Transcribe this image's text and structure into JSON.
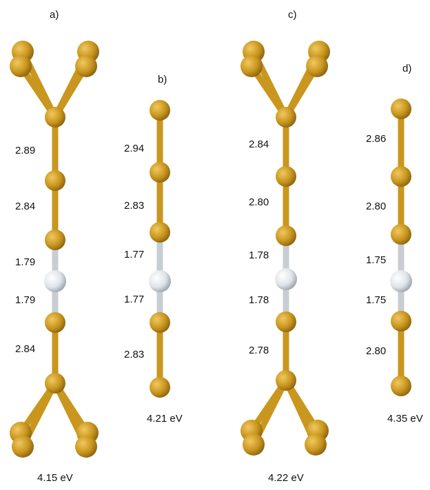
{
  "colors": {
    "gold": "#c9961e",
    "gold_light": "#e8b84a",
    "gold_dark": "#8a6410",
    "hydrogen": "#e6ebf0",
    "hydrogen_dark": "#9aa4ad",
    "bond_h": "#c8cdd2"
  },
  "structures": [
    {
      "label": "a)",
      "energy": "4.15 eV",
      "bond_lengths": [
        "2.89",
        "2.84",
        "1.79",
        "1.79",
        "2.84"
      ],
      "chain": [
        "Au",
        "Au",
        "Au",
        "H",
        "Au",
        "Au"
      ],
      "top_cluster": true,
      "bottom_cluster": true
    },
    {
      "label": "b)",
      "energy": "4.21 eV",
      "bond_lengths": [
        "2.94",
        "2.83",
        "1.77",
        "1.77",
        "2.83"
      ],
      "chain": [
        "Au",
        "Au",
        "Au",
        "H",
        "Au",
        "Au"
      ],
      "top_cluster": false,
      "bottom_cluster": false
    },
    {
      "label": "c)",
      "energy": "4.22 eV",
      "bond_lengths": [
        "2.84",
        "2.80",
        "1.78",
        "1.78",
        "2.78"
      ],
      "chain": [
        "Au",
        "Au",
        "Au",
        "H",
        "Au",
        "Au"
      ],
      "top_cluster": true,
      "bottom_cluster": true
    },
    {
      "label": "d)",
      "energy": "4.35 eV",
      "bond_lengths": [
        "2.86",
        "2.80",
        "1.75",
        "1.75",
        "2.80"
      ],
      "chain": [
        "Au",
        "Au",
        "Au",
        "H",
        "Au",
        "Au"
      ],
      "top_cluster": false,
      "bottom_cluster": false
    }
  ]
}
